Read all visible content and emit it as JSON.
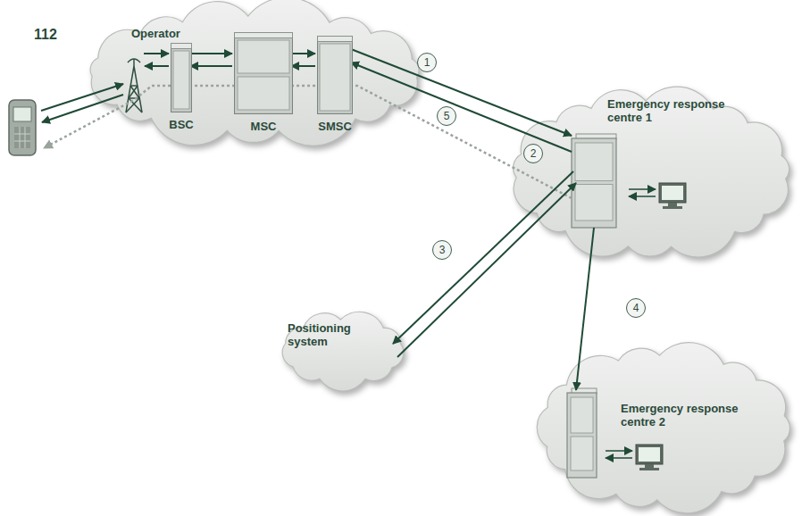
{
  "diagram": {
    "nodes": [
      {
        "text": [
          "Operator"
        ]
      },
      {
        "text": [
          "BSC"
        ],
        "in": 0
      },
      {
        "text": [
          "MSC"
        ],
        "in": 0
      },
      {
        "text": [
          "SMSC"
        ],
        "in": 0
      },
      {
        "text": [
          "Emergency response centre 1"
        ]
      },
      {
        "text": [
          "Positioning system"
        ]
      },
      {
        "text": [
          "Emergency response centre 2"
        ]
      }
    ],
    "edges": [
      {
        "from": 1,
        "to": 2,
        "arrow": "to"
      },
      {
        "from": 2,
        "to": 1,
        "arrow": "to"
      },
      {
        "from": 2,
        "to": 3,
        "arrow": "to"
      },
      {
        "from": 3,
        "to": 2,
        "arrow": "to"
      },
      {
        "from": 3,
        "to": 4,
        "arrow": "to",
        "label": "1"
      },
      {
        "from": 4,
        "to": 3,
        "arrow": "to",
        "label": "2"
      },
      {
        "from": 4,
        "to": 5,
        "arrow": "to",
        "label": "3"
      },
      {
        "from": 5,
        "to": 4,
        "arrow": "to"
      },
      {
        "from": 4,
        "to": 6,
        "arrow": "to",
        "label": "4"
      }
    ],
    "labels": [
      "112",
      "5"
    ]
  }
}
